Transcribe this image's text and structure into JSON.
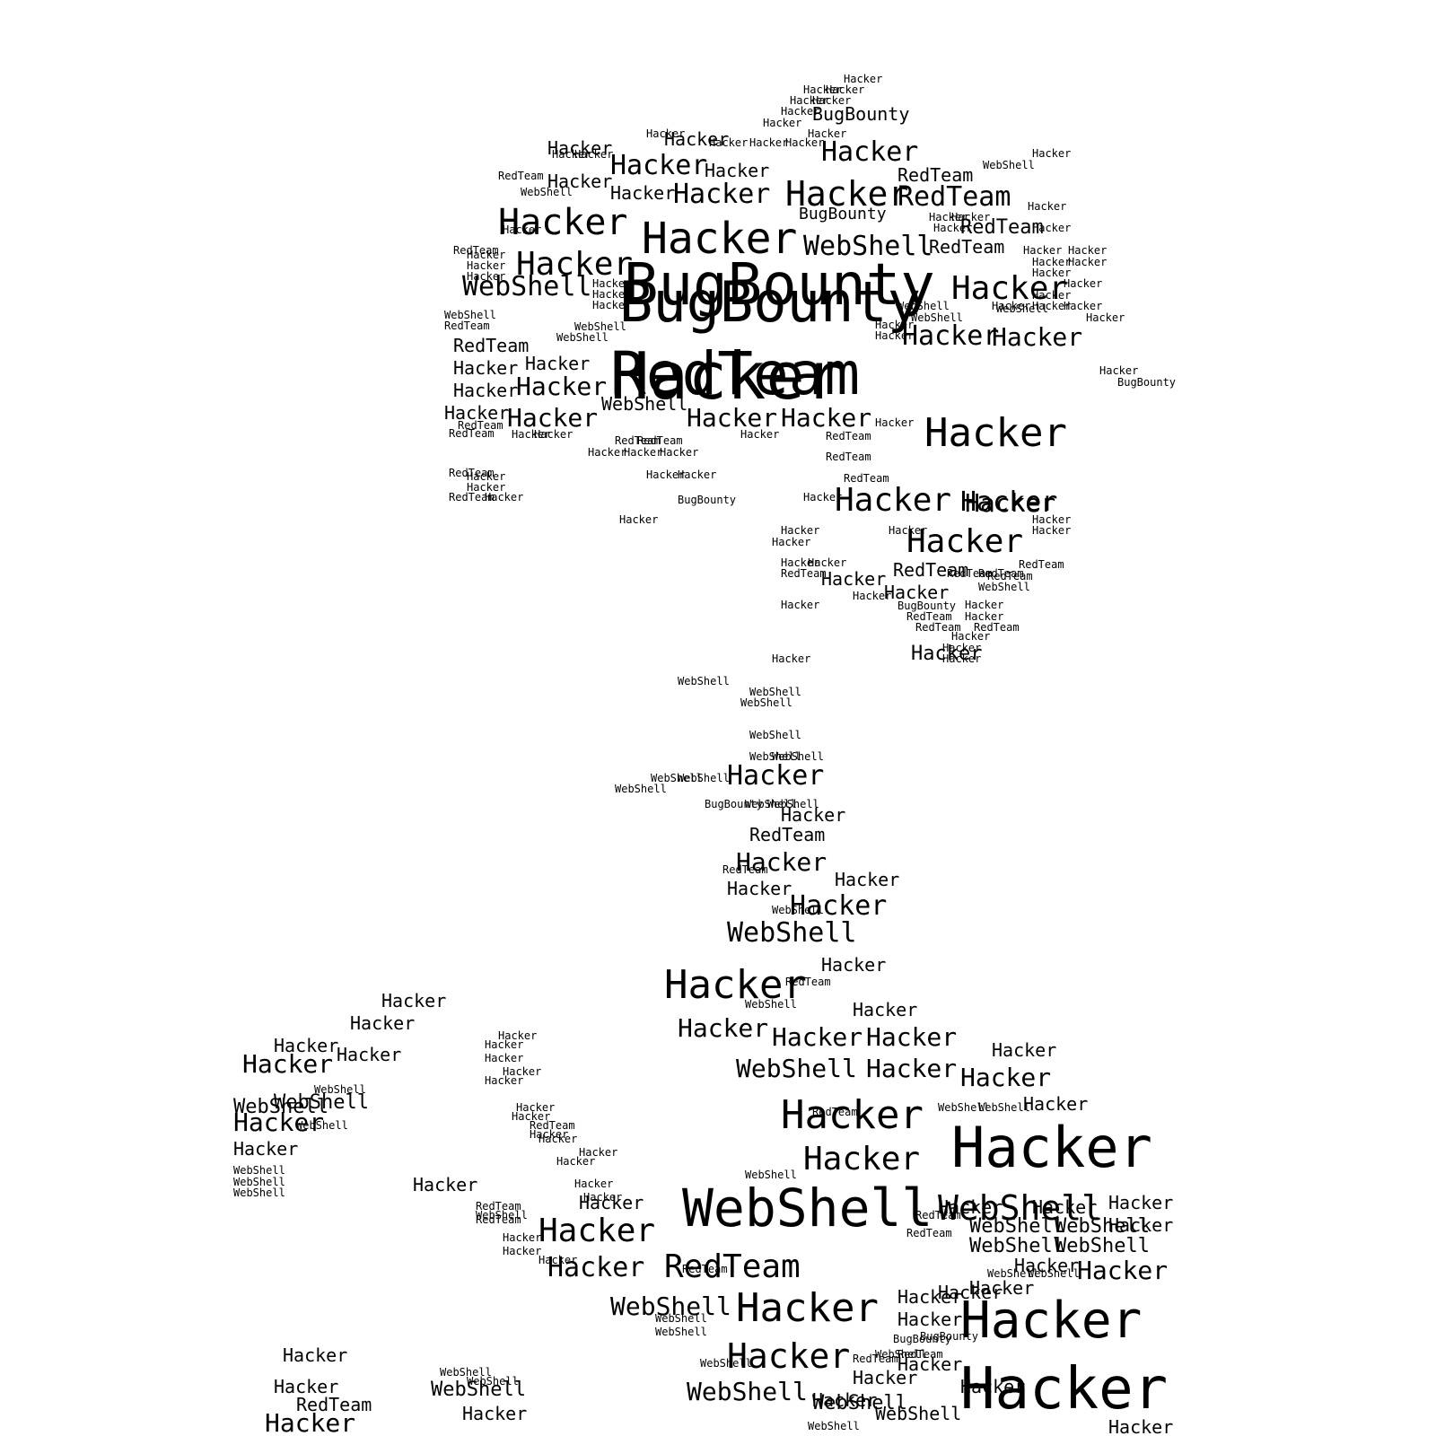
{
  "colors": {
    "background": "#ffffff",
    "text": "#000000"
  },
  "word_cloud": {
    "words": [
      "Hacker",
      "BugBounty",
      "RedTeam",
      "WebShell",
      "Hacker",
      "Hacker",
      "Hacker",
      "Hacker",
      "Hacker",
      "Hacker",
      "Hacker",
      "Hacker",
      "Hacker",
      "Hacker",
      "Hacker",
      "Hacker",
      "Hacker",
      "Hacker",
      "Hacker",
      "Hacker",
      "Hacker",
      "Hacker",
      "Hacker",
      "Hacker",
      "Hacker",
      "Hacker",
      "Hacker",
      "Hacker",
      "Hacker",
      "Hacker",
      "Hacker",
      "Hacker",
      "Hacker",
      "Hacker",
      "Hacker",
      "Hacker",
      "Hacker",
      "Hacker",
      "Hacker",
      "Hacker",
      "Hacker",
      "Hacker",
      "Hacker",
      "Hacker",
      "RedTeam",
      "RedTeam",
      "RedTeam",
      "RedTeam",
      "RedTeam",
      "RedTeam",
      "RedTeam",
      "RedTeam",
      "WebShell",
      "WebShell",
      "WebShell",
      "WebShell",
      "WebShell",
      "WebShell",
      "WebShell",
      "WebShell",
      "WebShell",
      "BugBounty",
      "BugBounty",
      "BugBounty",
      "Hacker",
      "Hacker",
      "Hacker",
      "Hacker",
      "Hacker",
      "Hacker",
      "Hacker",
      "Hacker",
      "Hacker",
      "Hacker",
      "Hacker",
      "Hacker",
      "Hacker",
      "Hacker",
      "Hacker",
      "Hacker",
      "Hacker",
      "Hacker",
      "Hacker",
      "Hacker",
      "WebShell",
      "WebShell",
      "WebShell",
      "WebShell",
      "WebShell",
      "WebShell",
      "WebShell",
      "WebShell",
      "RedTeam",
      "RedTeam",
      "RedTeam",
      "RedTeam",
      "RedTeam",
      "RedTeam",
      "Hacker",
      "Hacker",
      "Hacker",
      "Hacker",
      "Hacker",
      "Hacker",
      "Hacker",
      "Hacker",
      "Hacker",
      "Hacker",
      "Hacker",
      "Hacker",
      "Hacker",
      "Hacker",
      "Hacker",
      "Hacker",
      "Hacker",
      "Hacker",
      "Hacker",
      "Hacker",
      "Hacker",
      "Hacker",
      "Hacker",
      "Hacker",
      "Hacker",
      "Hacker",
      "Hacker",
      "Hacker",
      "Hacker",
      "Hacker",
      "Hacker",
      "Hacker",
      "Hacker",
      "Hacker",
      "Hacker",
      "Hacker",
      "Hacker",
      "Hacker",
      "Hacker",
      "Hacker",
      "WebShell",
      "WebShell",
      "WebShell",
      "WebShell",
      "WebShell",
      "WebShell",
      "WebShell",
      "WebShell",
      "WebShell",
      "WebShell",
      "WebShell",
      "WebShell",
      "WebShell",
      "WebShell",
      "WebShell",
      "WebShell",
      "WebShell",
      "WebShell",
      "WebShell",
      "WebShell",
      "RedTeam",
      "RedTeam",
      "RedTeam",
      "RedTeam",
      "RedTeam",
      "RedTeam",
      "RedTeam",
      "RedTeam",
      "RedTeam",
      "RedTeam",
      "BugBounty",
      "BugBounty",
      "BugBounty",
      "BugBounty",
      "Hacker",
      "Hacker",
      "Hacker",
      "Hacker",
      "Hacker",
      "Hacker",
      "Hacker",
      "Hacker",
      "Hacker",
      "Hacker",
      "Hacker",
      "Hacker",
      "Hacker",
      "Hacker",
      "Hacker",
      "Hacker",
      "Hacker",
      "Hacker",
      "Hacker",
      "Hacker",
      "Hacker",
      "Hacker",
      "Hacker",
      "Hacker",
      "Hacker",
      "Hacker",
      "Hacker",
      "Hacker",
      "Hacker",
      "Hacker",
      "Hacker",
      "Hacker",
      "Hacker",
      "Hacker",
      "Hacker",
      "Hacker",
      "Hacker",
      "Hacker",
      "Hacker",
      "Hacker",
      "Hacker",
      "Hacker",
      "Hacker",
      "Hacker",
      "Hacker",
      "Hacker",
      "Hacker",
      "Hacker",
      "Hacker",
      "Hacker",
      "Hacker",
      "Hacker",
      "Hacker",
      "Hacker",
      "Hacker",
      "Hacker",
      "Hacker",
      "Hacker",
      "Hacker",
      "Hacker",
      "Hacker",
      "Hacker",
      "Hacker",
      "Hacker",
      "Hacker",
      "Hacker",
      "Hacker",
      "Hacker",
      "Hacker",
      "Hacker",
      "WebShell",
      "WebShell",
      "WebShell",
      "WebShell",
      "WebShell",
      "WebShell",
      "WebShell",
      "WebShell",
      "WebShell",
      "WebShell",
      "WebShell",
      "WebShell",
      "WebShell",
      "WebShell",
      "WebShell",
      "WebShell",
      "WebShell",
      "WebShell",
      "WebShell",
      "WebShell",
      "RedTeam",
      "RedTeam",
      "RedTeam",
      "RedTeam",
      "RedTeam",
      "RedTeam",
      "RedTeam",
      "RedTeam",
      "RedTeam",
      "RedTeam",
      "RedTeam",
      "RedTeam",
      "RedTeam",
      "RedTeam",
      "RedTeam",
      "RedTeam",
      "BugBounty",
      "BugBounty"
    ]
  }
}
